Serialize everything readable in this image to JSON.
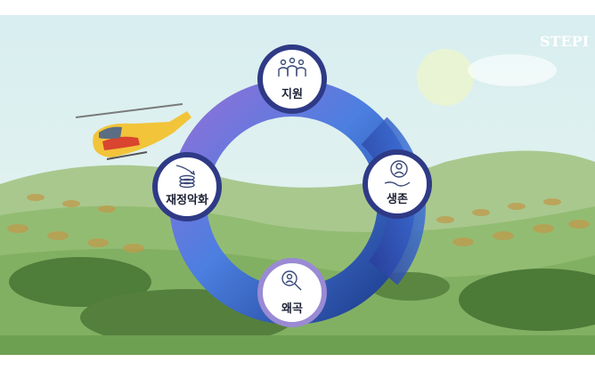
{
  "logo": {
    "text": "STEPI"
  },
  "cycle": {
    "nodes": [
      {
        "id": "support",
        "label": "지원",
        "icon": "people-group-icon"
      },
      {
        "id": "survival",
        "label": "생존",
        "icon": "hand-holding-person-icon"
      },
      {
        "id": "distortion",
        "label": "왜곡",
        "icon": "magnifier-person-icon"
      },
      {
        "id": "fiscal",
        "label": "재정악화",
        "icon": "coins-declining-icon"
      }
    ]
  },
  "colors": {
    "sky": "#dfeef0",
    "ring_top_left": "#8b6fd6",
    "ring_right": "#3f73d8",
    "ring_bottom": "#1d3f8f",
    "node_border": "#2f3a86",
    "node_fill": "#ffffff",
    "distortion_border": "#9a8ad4"
  }
}
